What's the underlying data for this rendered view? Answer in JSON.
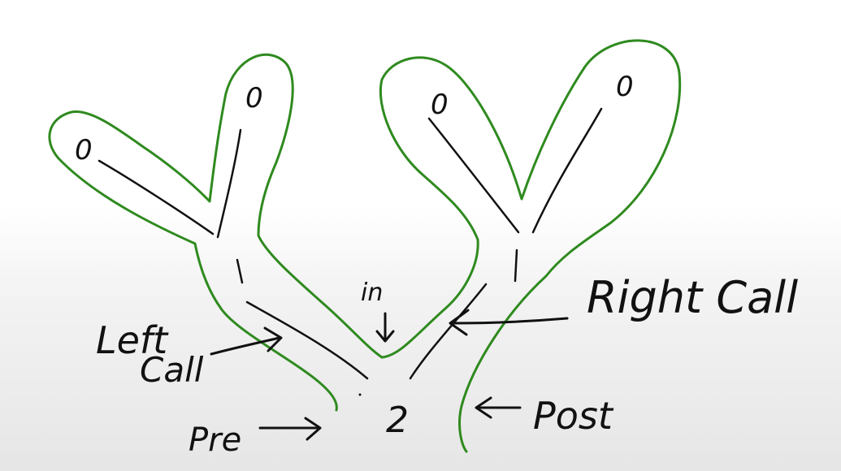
{
  "diagram": {
    "root_value": "2",
    "leaf_values": [
      "0",
      "0",
      "0",
      "0"
    ],
    "labels": {
      "left_call": [
        "Left",
        "Call"
      ],
      "right_call": "Right Call",
      "in": "in",
      "pre": "Pre",
      "post": "Post"
    },
    "colors": {
      "outline": "#2f8a1f",
      "ink": "#111111",
      "background": "#ffffff"
    }
  }
}
